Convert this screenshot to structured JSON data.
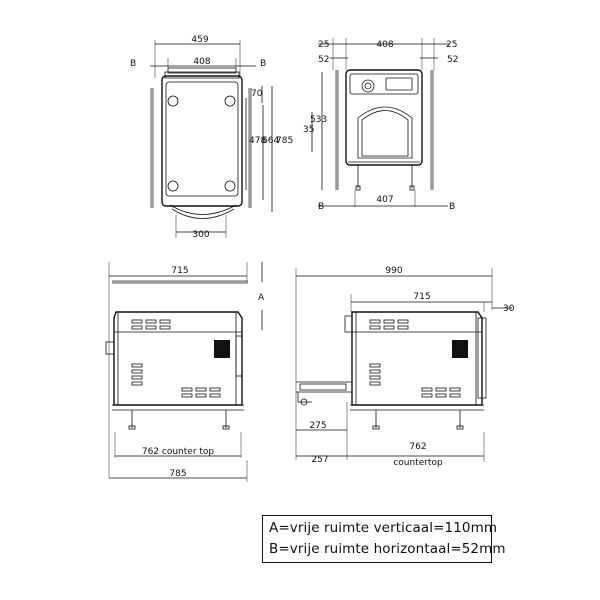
{
  "top_view": {
    "dim_width_outer": "459",
    "dim_width_inner": "408",
    "dim_side_70": "70",
    "dim_side_stack": "478",
    "dim_side_stack_b": "664",
    "dim_side_stack_c": "785",
    "dim_bottom_300": "300",
    "marker_b_left": "B",
    "marker_b_right": "B"
  },
  "front_view": {
    "dim_clear_left": "25",
    "dim_width": "408",
    "dim_clear_right": "25",
    "dim_52_left": "52",
    "dim_52_right": "52",
    "dim_height": "533",
    "dim_height_partial": "35",
    "dim_base": "407",
    "marker_b_left": "B",
    "marker_b_right": "B"
  },
  "side_view_left": {
    "dim_top": "715",
    "marker_a": "A",
    "dim_counter": "762 counter top",
    "dim_total": "785"
  },
  "side_view_right": {
    "dim_total": "990",
    "dim_body": "715",
    "dim_30": "30",
    "dim_275": "275",
    "dim_257": "257",
    "dim_counter_value": "762",
    "dim_counter_label": "countertop"
  },
  "legend": {
    "line_a": "A=vrije  ruimte  verticaal=110mm",
    "line_b": "B=vrije  ruimte  horizontaal=52mm"
  }
}
